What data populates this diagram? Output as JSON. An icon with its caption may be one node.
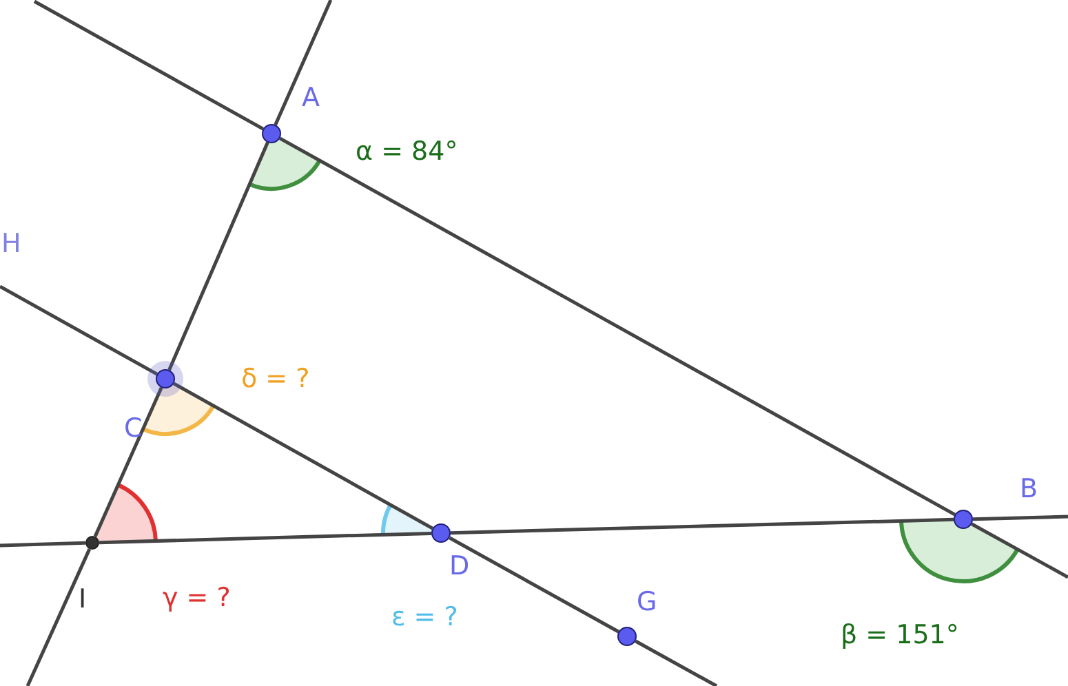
{
  "diagram": {
    "nodes": [
      {
        "text": [],
        "shape": "circle",
        "beside": [
          "A"
        ]
      },
      {
        "text": [],
        "shape": "circle",
        "beside": [
          "C"
        ]
      },
      {
        "text": [],
        "shape": "circle",
        "beside": [
          "B"
        ]
      },
      {
        "text": [],
        "shape": "circle",
        "beside": [
          "D"
        ]
      },
      {
        "text": [],
        "shape": "circle",
        "beside": [
          "I"
        ]
      },
      {
        "text": [],
        "shape": "circle",
        "beside": [
          "G"
        ]
      }
    ],
    "edges": [
      {
        "from": 0,
        "to": 1,
        "arrow": "none"
      },
      {
        "from": 1,
        "to": 4,
        "arrow": "none"
      },
      {
        "from": 0,
        "to": 2,
        "arrow": "none"
      },
      {
        "from": 1,
        "to": 3,
        "arrow": "none"
      },
      {
        "from": 3,
        "to": 5,
        "arrow": "none"
      },
      {
        "from": 4,
        "to": 3,
        "arrow": "none"
      },
      {
        "from": 3,
        "to": 2,
        "arrow": "none"
      }
    ],
    "labels": [
      "α = 84°",
      "H",
      "δ = ?",
      "γ = ?",
      "ε = ?",
      "β = 151°"
    ]
  }
}
